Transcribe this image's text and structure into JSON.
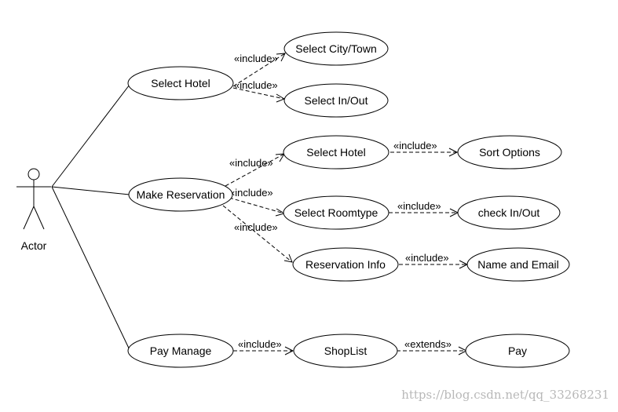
{
  "actor": {
    "label": "Actor"
  },
  "use_cases": {
    "select_hotel_top": "Select Hotel",
    "select_city_town": "Select City/Town",
    "select_in_out": "Select In/Out",
    "make_reservation": "Make Reservation",
    "select_hotel_sub": "Select Hotel",
    "sort_options": "Sort Options",
    "select_roomtype": "Select Roomtype",
    "check_in_out": "check In/Out",
    "reservation_info": "Reservation Info",
    "name_and_email": "Name and Email",
    "pay_manage": "Pay Manage",
    "shoplist": "ShopList",
    "pay": "Pay"
  },
  "relations": {
    "include": "«include»",
    "extends": "«extends»"
  },
  "watermark": "https://blog.csdn.net/qq_33268231"
}
